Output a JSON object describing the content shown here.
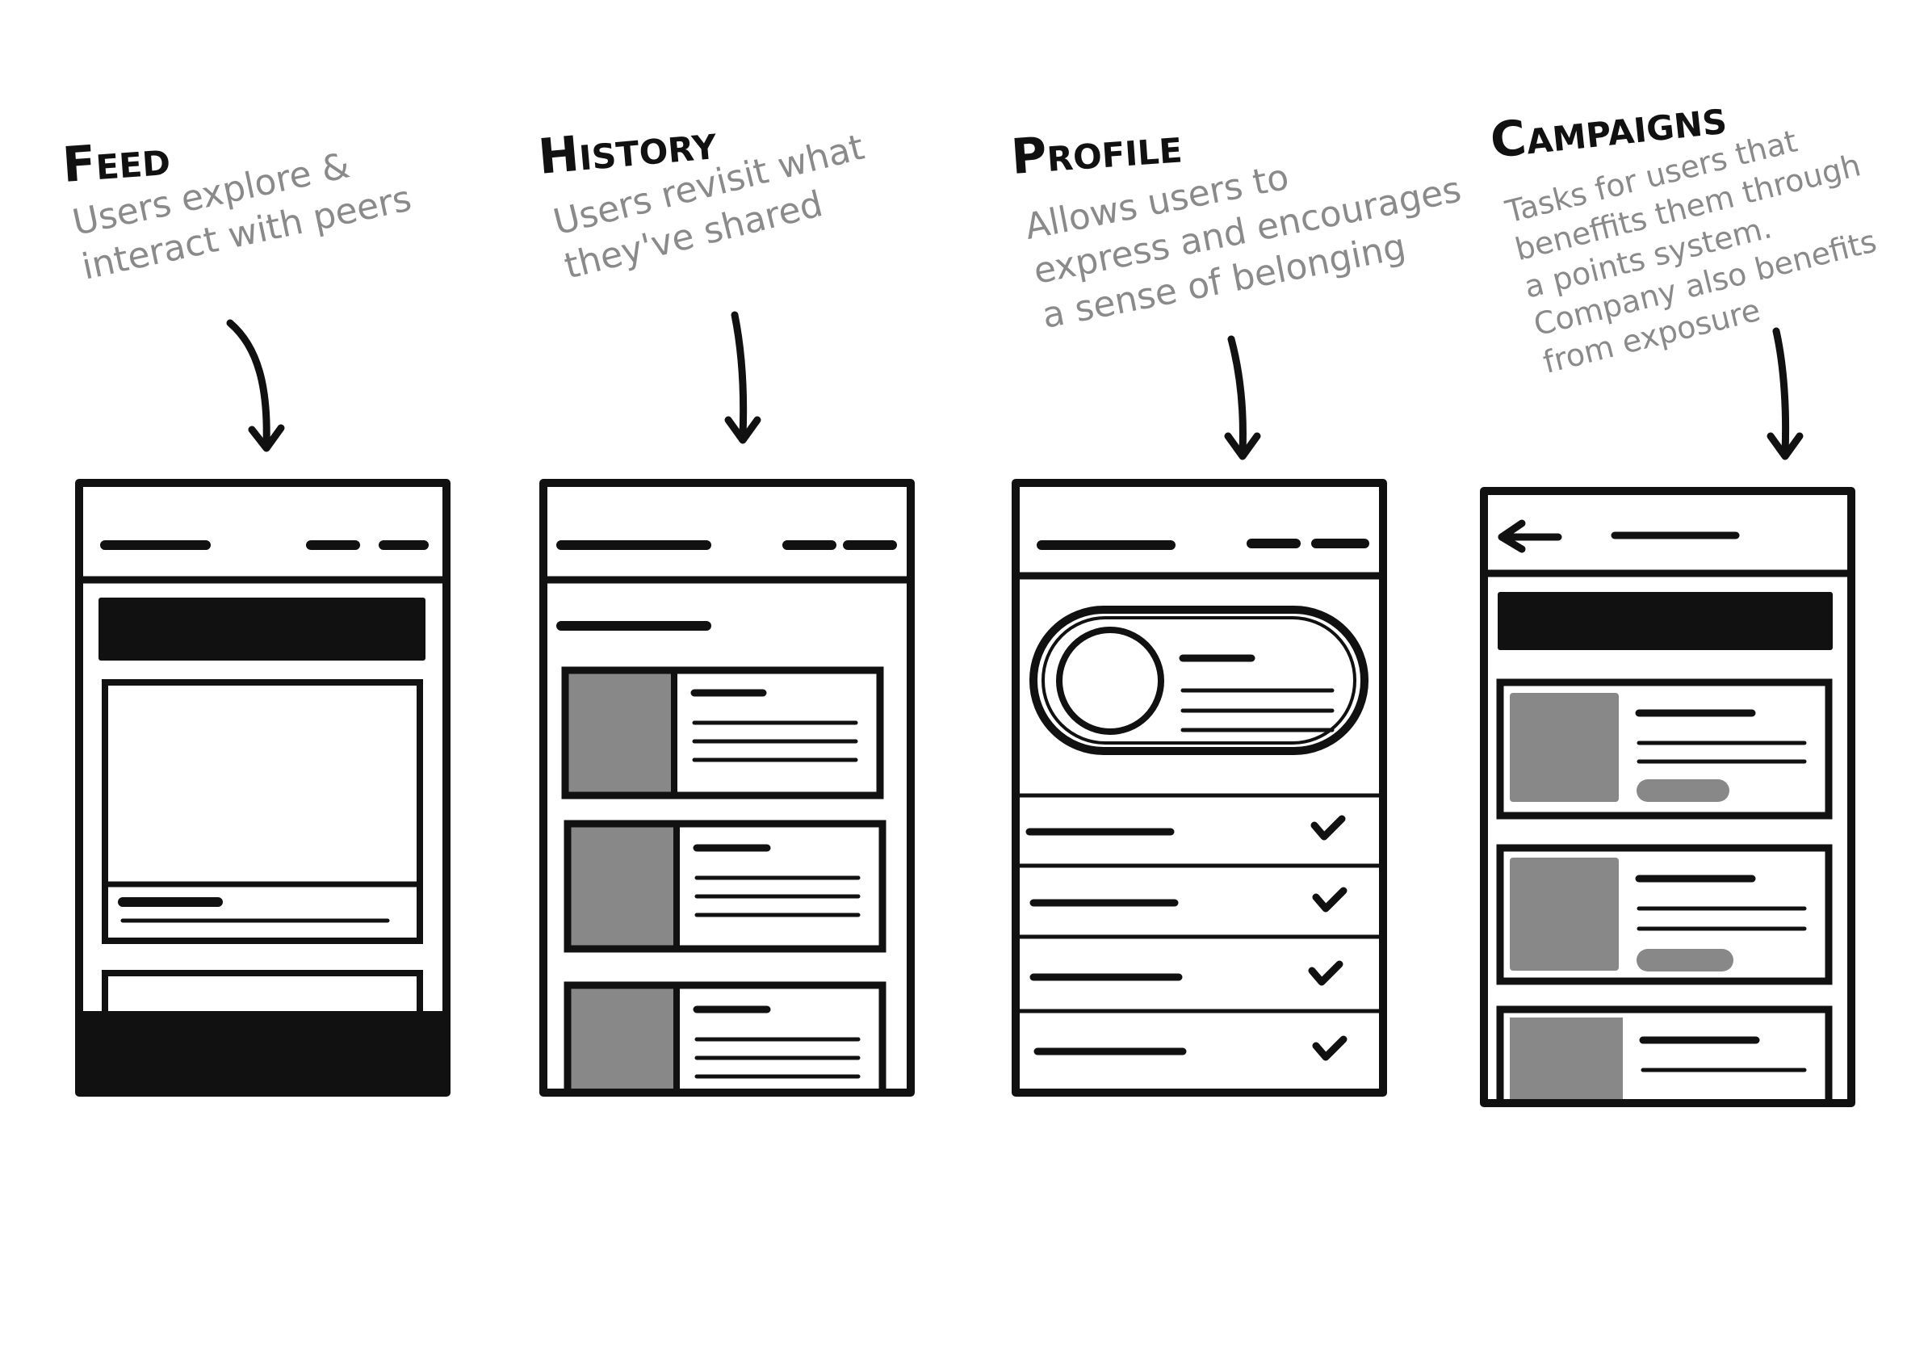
{
  "panels": [
    {
      "id": "feed",
      "title": "Feed",
      "description_lines": [
        "Users explore &",
        "interact with peers"
      ]
    },
    {
      "id": "history",
      "title": "History",
      "description_lines": [
        "Users revisit what",
        "they've shared"
      ]
    },
    {
      "id": "profile",
      "title": "Profile",
      "description_lines": [
        "Allows users to",
        "express and encourages",
        "a sense of belonging"
      ]
    },
    {
      "id": "campaigns",
      "title": "Campaigns",
      "description_lines": [
        "Tasks for users that",
        "beneffits them through",
        "a points system.",
        "Company also benefits",
        "from exposure"
      ]
    }
  ],
  "colors": {
    "ink": "#111111",
    "annotation": "#8a8a8a",
    "placeholder": "#888888",
    "paper": "#ffffff"
  },
  "icons": {
    "profile_list_item": "checkmark-icon",
    "campaigns_header": "back-arrow-icon"
  }
}
